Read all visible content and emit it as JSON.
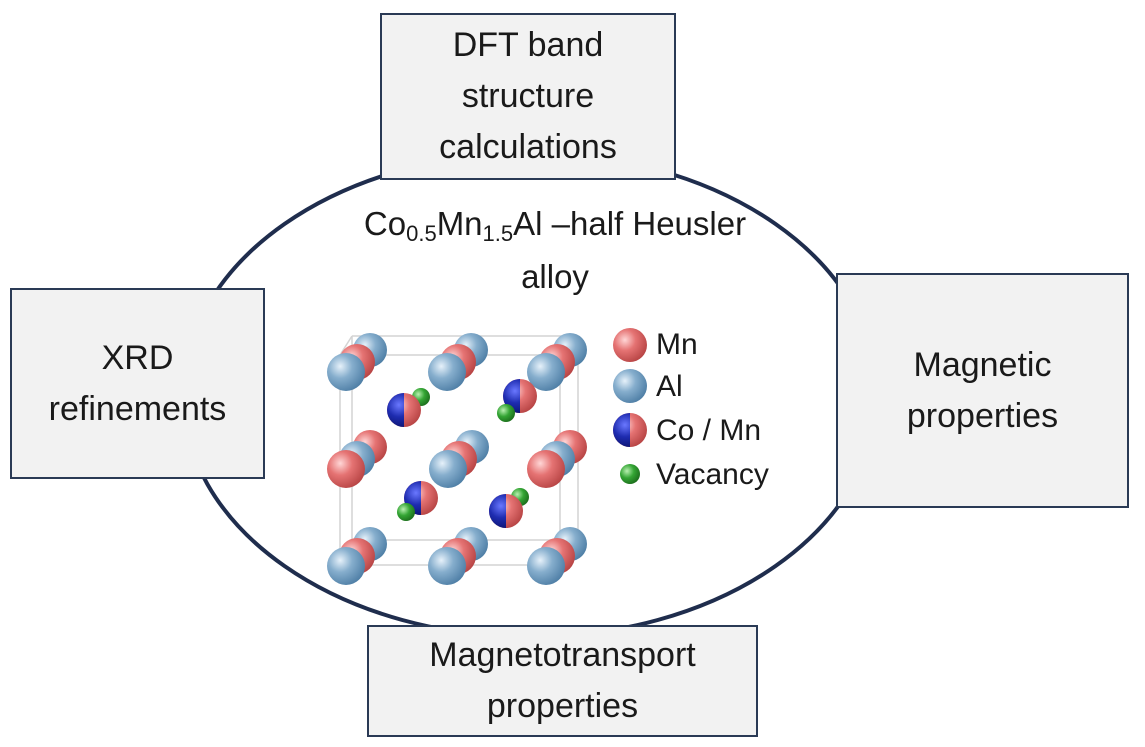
{
  "boxes": {
    "dft": [
      "DFT band",
      "structure",
      "calculations"
    ],
    "xrd": [
      "XRD",
      "refinements"
    ],
    "magnetic": [
      "Magnetic",
      "properties"
    ],
    "magnetotransport": [
      "Magnetotransport",
      "properties"
    ]
  },
  "title": {
    "co": "Co",
    "co_sub": "0.5",
    "mn": "Mn",
    "mn_sub": "1.5",
    "rest": "Al –half Heusler",
    "line2": "alloy"
  },
  "legend": [
    {
      "label": "Mn",
      "atom": "mn"
    },
    {
      "label": "Al",
      "atom": "al"
    },
    {
      "label": "Co / Mn",
      "atom": "comn"
    },
    {
      "label": "Vacancy",
      "atom": "vac"
    }
  ],
  "colors": {
    "ellipse": "#1f2d4d",
    "box_fill": "#f2f2f2",
    "mn": "#e06a6a",
    "al": "#7fa7c9",
    "co": "#1d2aa8",
    "vacancy": "#2e9e2e"
  }
}
